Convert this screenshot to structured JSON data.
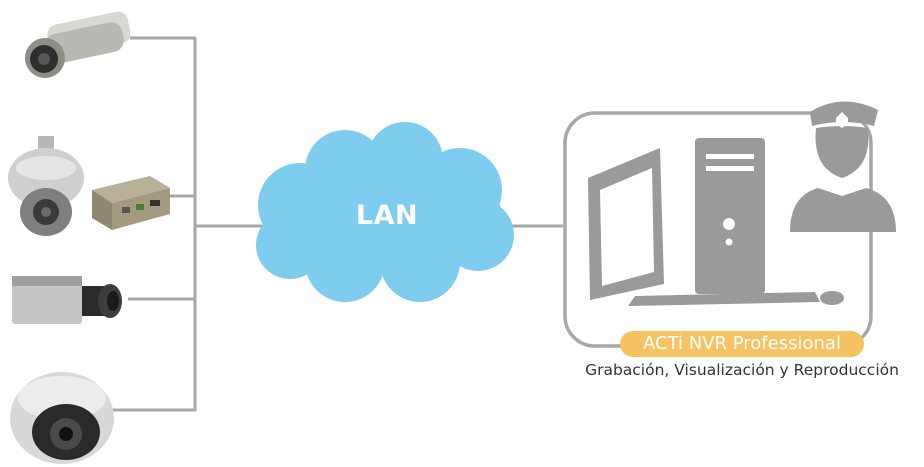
{
  "colors": {
    "line": "#a7a7a7",
    "cloud": "#7ecdef",
    "device_gray": "#9a9a9a",
    "badge": "#f7c262"
  },
  "network": {
    "label": "LAN"
  },
  "cameras": [
    {
      "icon": "bullet-camera-icon"
    },
    {
      "icon": "ptz-dome-camera-icon"
    },
    {
      "icon": "video-encoder-icon"
    },
    {
      "icon": "box-camera-icon"
    },
    {
      "icon": "fixed-dome-camera-icon"
    }
  ],
  "nvr": {
    "product": "ACTi NVR Professional",
    "caption": "Grabación, Visualización y Reproducción",
    "icons": [
      "monitor-icon",
      "computer-tower-icon",
      "keyboard-icon",
      "mouse-icon",
      "security-operator-icon"
    ]
  }
}
